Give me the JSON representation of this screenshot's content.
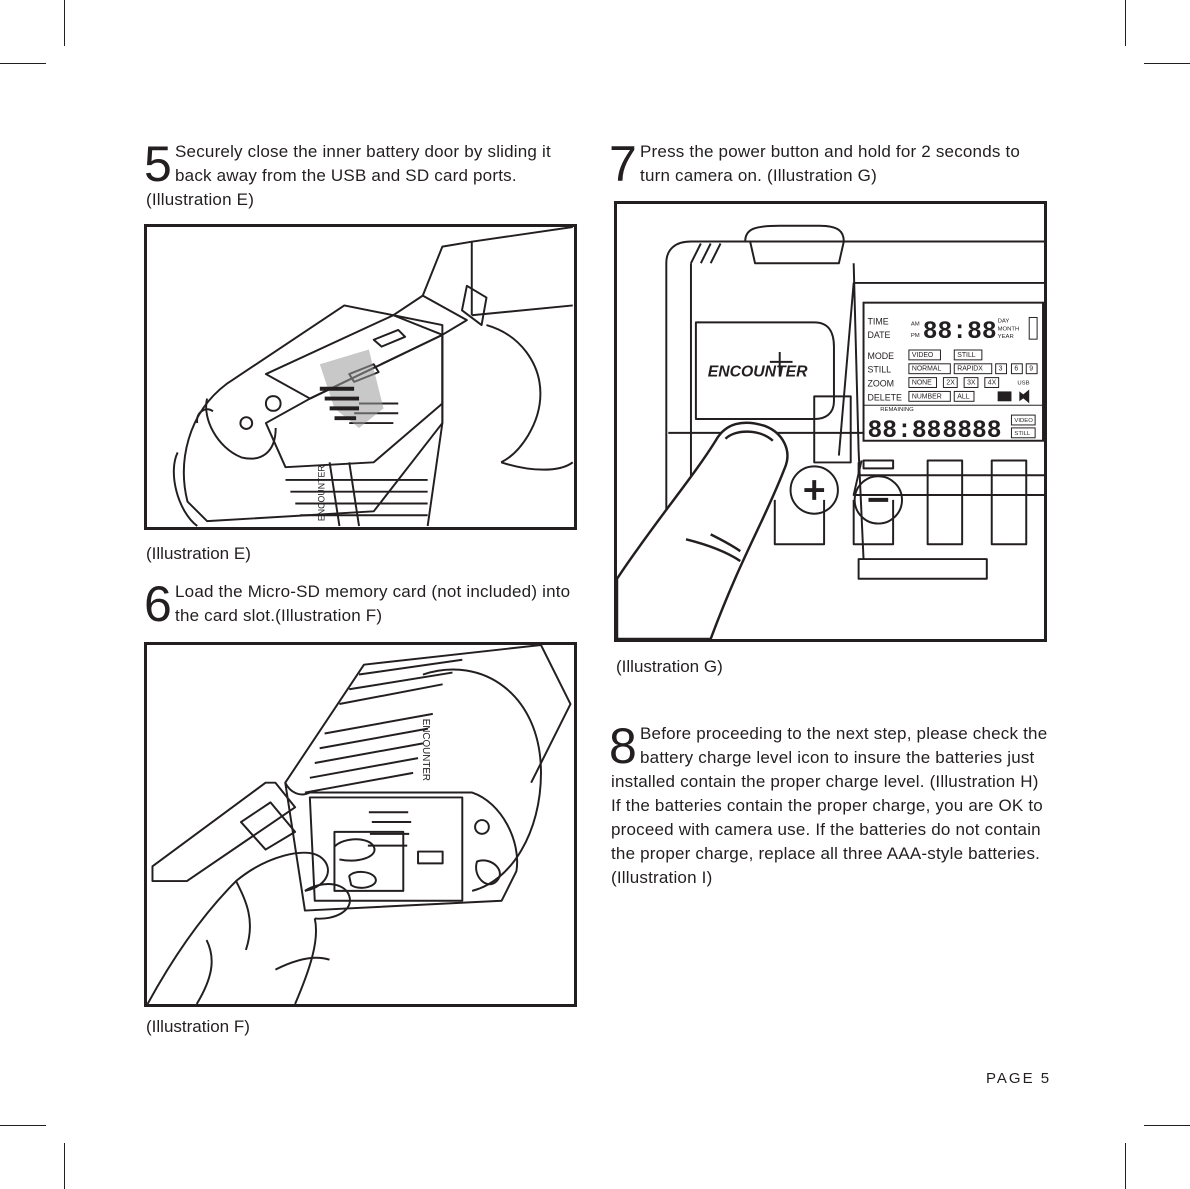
{
  "steps": {
    "s5": {
      "number": "5",
      "text": "Securely close the inner battery door by sliding it back away from the USB and SD card ports. (Illustration E)"
    },
    "s6": {
      "number": "6",
      "text": "Load the Micro-SD memory card (not included) into the card slot.(Illustration F)"
    },
    "s7": {
      "number": "7",
      "text": "Press the power button and hold for 2 seconds to turn camera on. (Illustration G)"
    },
    "s8": {
      "number": "8",
      "text": "Before proceeding to the next step, please check the battery charge level icon to insure the batteries just installed contain the proper charge level. (Illustration H)  If the batteries contain the proper charge, you are OK to proceed with camera use. If the batteries do not contain the proper charge, replace all three AAA-style batteries. (Illustration I)"
    }
  },
  "captions": {
    "e": "(Illustration E)",
    "f": "(Illustration F)",
    "g": "(Illustration G)"
  },
  "illustration_text": {
    "brand": "ENCOUNTER",
    "lcd_time": "TIME",
    "lcd_date": "DATE",
    "lcd_am": "AM",
    "lcd_pm": "PM",
    "lcd_digits": "88:88",
    "lcd_day": "DAY",
    "lcd_month": "MONTH",
    "lcd_year": "YEAR",
    "lcd_mode": "MODE",
    "lcd_still": "STILL",
    "lcd_zoom": "ZOOM",
    "lcd_delete": "DELETE",
    "lcd_video": "VIDEO",
    "lcd_still2": "STILL",
    "lcd_normal": "NORMAL",
    "lcd_rapidx": "RAPIDX",
    "lcd_3": "3",
    "lcd_6": "6",
    "lcd_9": "9",
    "lcd_none": "NONE",
    "lcd_2x": "2X",
    "lcd_3x": "3X",
    "lcd_4x": "4X",
    "lcd_usb": "USB",
    "lcd_number": "NUMBER",
    "lcd_all": "ALL",
    "lcd_sd": "SD",
    "lcd_remaining": "REMAINING",
    "lcd_digits2": "88:88",
    "lcd_video2": "VIDEO",
    "lcd_still3": "STILL"
  },
  "page": {
    "label": "PAGE 5"
  }
}
